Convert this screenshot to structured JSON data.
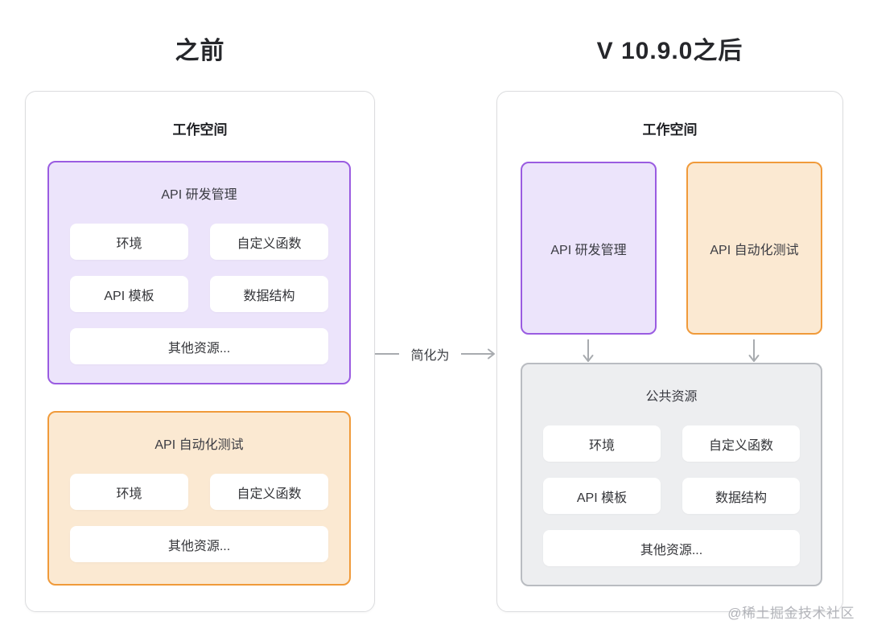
{
  "headings": {
    "before": "之前",
    "after": "V 10.9.0之后"
  },
  "connector": {
    "label": "简化为"
  },
  "watermark": "@稀土掘金技术社区",
  "colors": {
    "purple_border": "#9a5ce1",
    "purple_fill": "#ece4fb",
    "orange_border": "#f09a3a",
    "orange_fill": "#fbe9d2",
    "gray_border": "#b9bcc1",
    "gray_fill": "#edeef0",
    "arrow_gray": "#a8abaf"
  },
  "left_panel": {
    "workspace_label": "工作空间",
    "dev_group": {
      "title": "API 研发管理",
      "chips": [
        "环境",
        "自定义函数",
        "API 模板",
        "数据结构",
        "其他资源..."
      ]
    },
    "test_group": {
      "title": "API 自动化测试",
      "chips": [
        "环境",
        "自定义函数",
        "其他资源..."
      ]
    }
  },
  "right_panel": {
    "workspace_label": "工作空间",
    "dev_card_label": "API 研发管理",
    "test_card_label": "API 自动化测试",
    "shared_group": {
      "title": "公共资源",
      "chips": [
        "环境",
        "自定义函数",
        "API 模板",
        "数据结构",
        "其他资源..."
      ]
    }
  }
}
